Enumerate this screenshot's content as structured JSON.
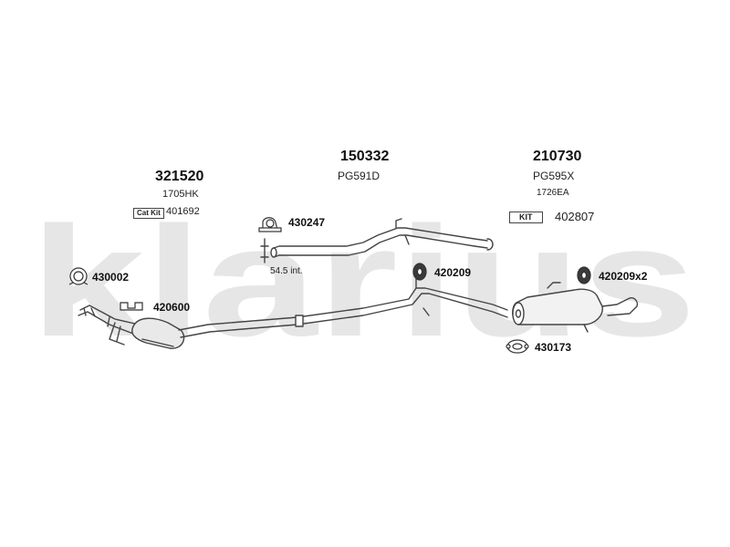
{
  "watermark": {
    "text": "klarius",
    "color": "#e6e6e6"
  },
  "sections": [
    {
      "part": "321520",
      "code": "1705HK",
      "kit_badge": "Cat Kit",
      "kit_code": "401692"
    },
    {
      "part": "150332",
      "code": "PG591D"
    },
    {
      "part": "210730",
      "code": "PG595X",
      "subcode": "1726EA",
      "kit_badge": "KIT",
      "kit_code": "402807"
    }
  ],
  "fittings": {
    "f430247": "430247",
    "f430002": "430002",
    "f420600": "420600",
    "f420209": "420209",
    "f420209x2": "420209x2",
    "f430173": "430173"
  },
  "dimension_note": "54.5 int.",
  "colors": {
    "line": "#444444",
    "fill_dark": "#3a3a3a"
  }
}
